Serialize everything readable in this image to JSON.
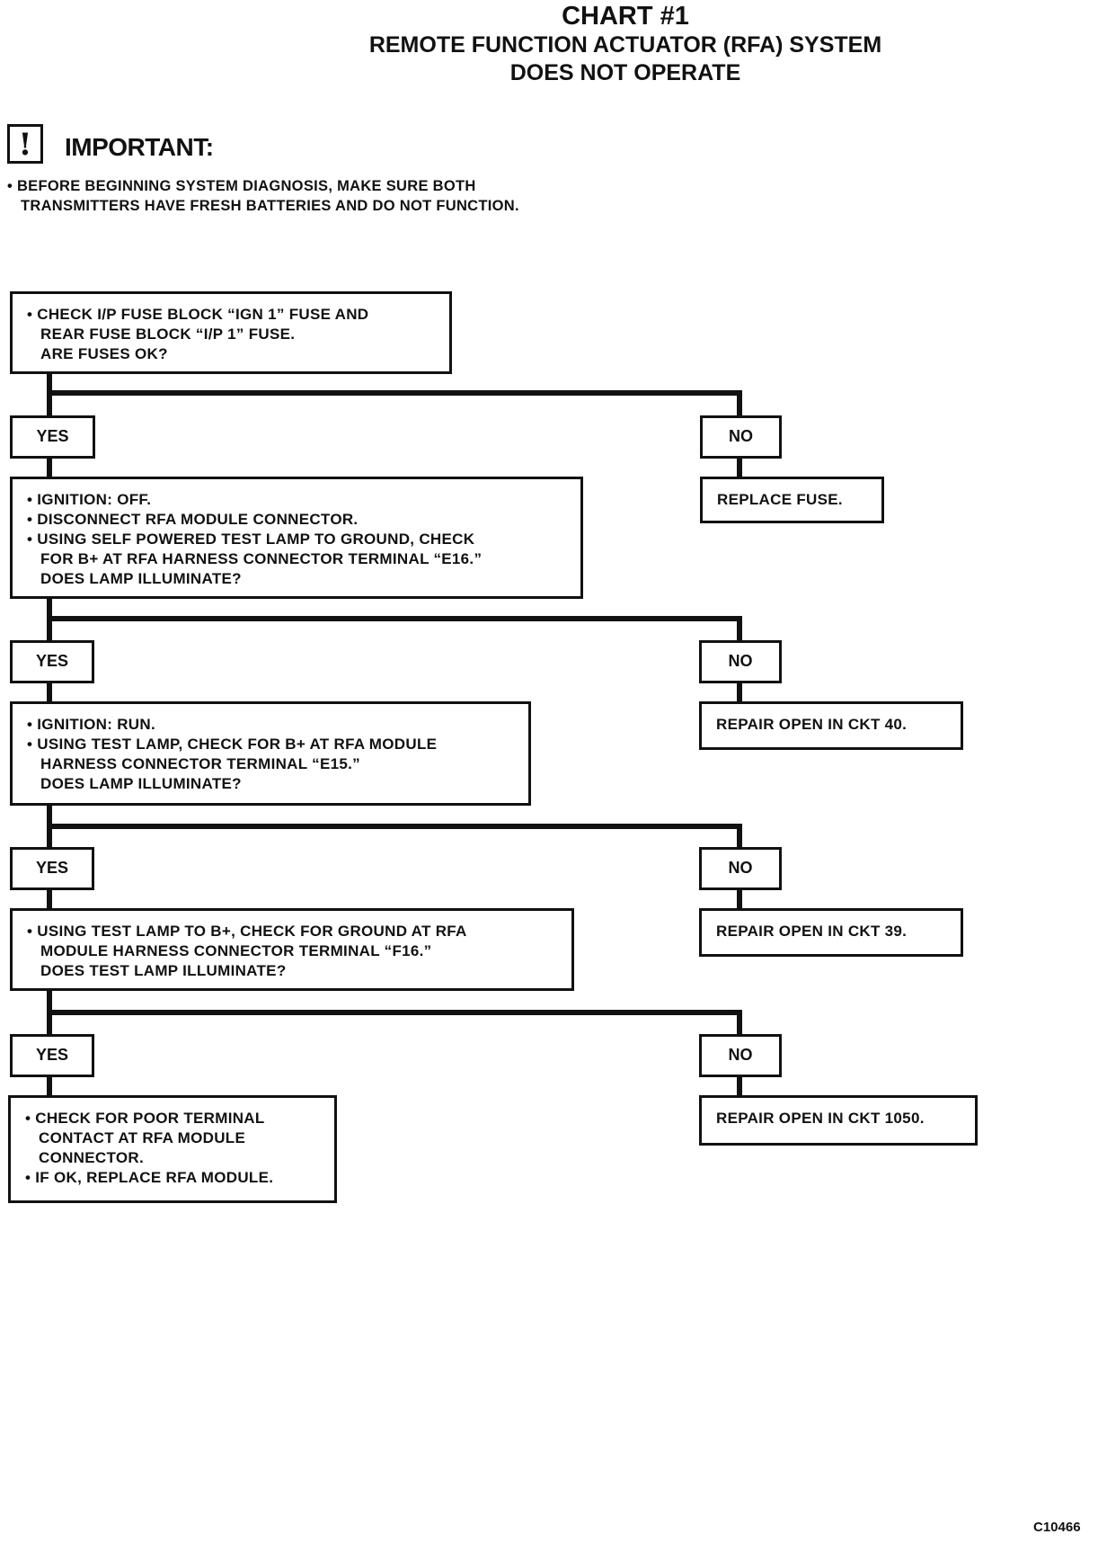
{
  "title": {
    "line1": "CHART #1",
    "line2": "REMOTE FUNCTION ACTUATOR (RFA) SYSTEM",
    "line3": "DOES NOT OPERATE"
  },
  "important": {
    "icon_glyph": "!",
    "label": "IMPORTANT:",
    "note_line1": "• BEFORE BEGINNING SYSTEM DIAGNOSIS, MAKE SURE BOTH",
    "note_line2": "TRANSMITTERS HAVE FRESH BATTERIES AND DO NOT FUNCTION."
  },
  "steps": [
    {
      "lines": [
        "• CHECK I/P FUSE BLOCK “IGN 1” FUSE AND",
        "REAR FUSE BLOCK “I/P 1” FUSE.",
        "ARE FUSES OK?"
      ],
      "yes": "YES",
      "no": "NO",
      "no_result": "REPLACE FUSE."
    },
    {
      "lines": [
        "• IGNITION: OFF.",
        "• DISCONNECT RFA MODULE CONNECTOR.",
        "• USING SELF POWERED TEST LAMP TO GROUND, CHECK",
        "FOR B+ AT RFA HARNESS CONNECTOR TERMINAL “E16.”",
        "DOES LAMP ILLUMINATE?"
      ],
      "yes": "YES",
      "no": "NO",
      "no_result": "REPAIR OPEN IN CKT 40."
    },
    {
      "lines": [
        "• IGNITION: RUN.",
        "• USING TEST LAMP, CHECK FOR B+ AT RFA MODULE",
        "HARNESS CONNECTOR TERMINAL “E15.”",
        "DOES LAMP ILLUMINATE?"
      ],
      "yes": "YES",
      "no": "NO",
      "no_result": "REPAIR OPEN IN CKT 39."
    },
    {
      "lines": [
        "• USING TEST LAMP TO B+, CHECK FOR GROUND AT RFA",
        "MODULE HARNESS CONNECTOR TERMINAL “F16.”",
        "DOES TEST LAMP ILLUMINATE?"
      ],
      "yes": "YES",
      "no": "NO",
      "no_result": "REPAIR OPEN IN CKT 1050."
    }
  ],
  "final": {
    "lines": [
      "• CHECK FOR POOR TERMINAL",
      "CONTACT AT RFA MODULE",
      "CONNECTOR.",
      "• IF OK, REPLACE RFA MODULE."
    ]
  },
  "figure_code": "C10466"
}
